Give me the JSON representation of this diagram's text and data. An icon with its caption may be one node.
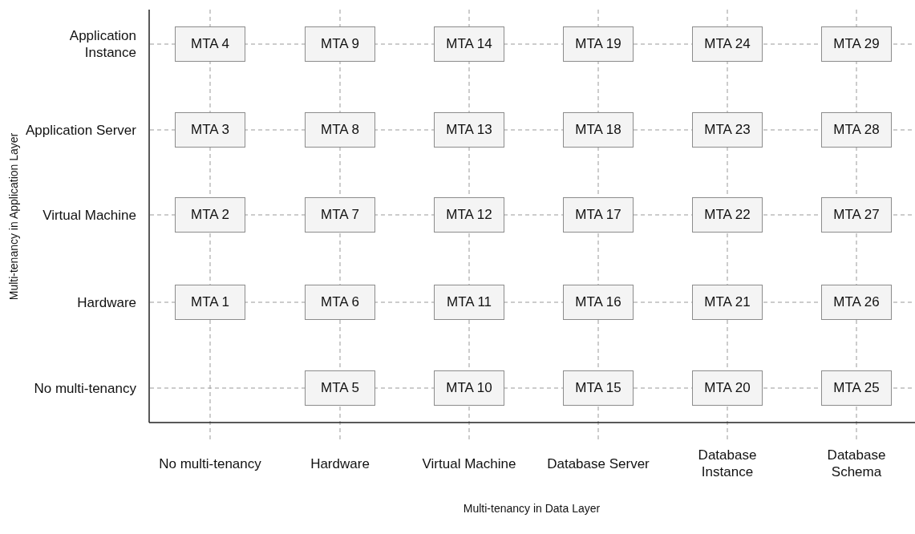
{
  "diagram": {
    "nodes": [
      {
        "text": [
          "MTA 4"
        ]
      },
      {
        "text": [
          "MTA 9"
        ]
      },
      {
        "text": [
          "MTA 14"
        ]
      },
      {
        "text": [
          "MTA 19"
        ]
      },
      {
        "text": [
          "MTA 24"
        ]
      },
      {
        "text": [
          "MTA 29"
        ]
      },
      {
        "text": [
          "MTA 3"
        ]
      },
      {
        "text": [
          "MTA 8"
        ]
      },
      {
        "text": [
          "MTA 13"
        ]
      },
      {
        "text": [
          "MTA 18"
        ]
      },
      {
        "text": [
          "MTA 23"
        ]
      },
      {
        "text": [
          "MTA 28"
        ]
      },
      {
        "text": [
          "MTA 2"
        ]
      },
      {
        "text": [
          "MTA 7"
        ]
      },
      {
        "text": [
          "MTA 12"
        ]
      },
      {
        "text": [
          "MTA 17"
        ]
      },
      {
        "text": [
          "MTA 22"
        ]
      },
      {
        "text": [
          "MTA 27"
        ]
      },
      {
        "text": [
          "MTA 1"
        ]
      },
      {
        "text": [
          "MTA 6"
        ]
      },
      {
        "text": [
          "MTA 11"
        ]
      },
      {
        "text": [
          "MTA 16"
        ]
      },
      {
        "text": [
          "MTA 21"
        ]
      },
      {
        "text": [
          "MTA 26"
        ]
      },
      {
        "text": [
          "MTA 5"
        ]
      },
      {
        "text": [
          "MTA 10"
        ]
      },
      {
        "text": [
          "MTA 15"
        ]
      },
      {
        "text": [
          "MTA 20"
        ]
      },
      {
        "text": [
          "MTA 25"
        ]
      }
    ],
    "edges": [],
    "labels": [
      "Multi-tenancy in Application Layer",
      "Application Instance",
      "Application Server",
      "Virtual Machine",
      "Hardware",
      "No multi-tenancy",
      "No multi-tenancy",
      "Hardware",
      "Virtual Machine",
      "Database Server",
      "Database Instance",
      "Database Schema",
      "Multi-tenancy in Data Layer"
    ]
  }
}
